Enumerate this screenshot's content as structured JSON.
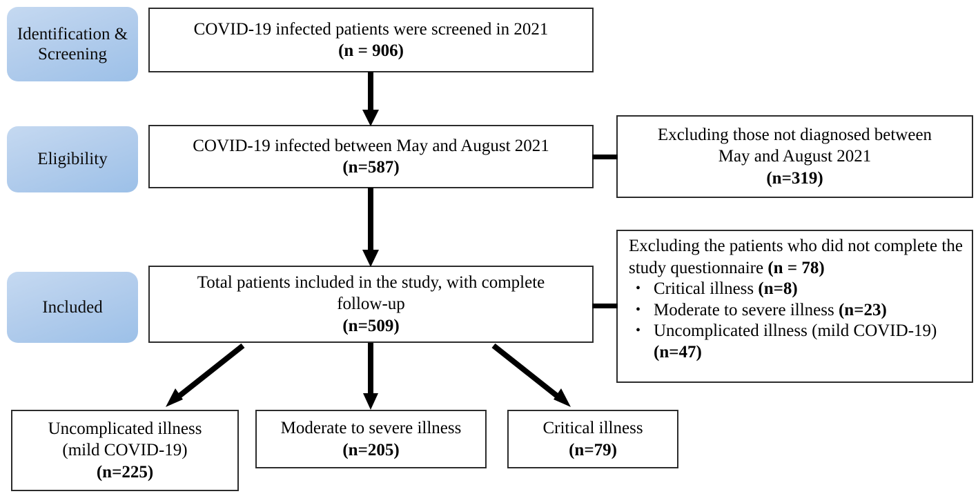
{
  "diagram": {
    "title": "COVID-19 patient screening and inclusion flow diagram",
    "accent_blue": "#b3cdec",
    "line_color": "#000000",
    "box_border_color": "#2b2b2b"
  },
  "stages": [
    {
      "id": "identification",
      "label_lines": [
        "Identification",
        "&",
        "Screening"
      ]
    },
    {
      "id": "eligibility",
      "label_lines": [
        "Eligibility"
      ]
    },
    {
      "id": "included",
      "label_lines": [
        "Included"
      ]
    }
  ],
  "main_boxes": [
    {
      "id": "screened",
      "line1": "COVID-19 infected patients were screened in 2021",
      "line2": "(n = 906)"
    },
    {
      "id": "eligible",
      "line1": "COVID-19 infected between May and August 2021",
      "line2": "(n=587)"
    },
    {
      "id": "included-total",
      "line1": "Total patients included in the study, with complete",
      "line2": "follow-up",
      "line3": "(n=509)"
    }
  ],
  "exclusion_boxes": [
    {
      "id": "excluded-dates",
      "line1": "Excluding those not diagnosed between",
      "line2": "May and August 2021",
      "line3": "(n=319)"
    },
    {
      "id": "excluded-questionnaire",
      "intro_plain": "Excluding the patients who did not complete the study questionnaire ",
      "intro_bold": "(n = 78)",
      "bullet_marker": "•",
      "items": [
        {
          "text": "Critical illness ",
          "count": "(n=8)"
        },
        {
          "text": "Moderate to severe illness ",
          "count": "(n=23)"
        },
        {
          "text": "Uncomplicated illness (mild COVID-19) ",
          "count": "(n=47)"
        }
      ]
    }
  ],
  "outcome_boxes": [
    {
      "id": "uncomplicated",
      "line1": "Uncomplicated illness",
      "line2": "(mild COVID-19)",
      "line3": "(n=225)"
    },
    {
      "id": "moderate-severe",
      "line1": "Moderate to severe illness",
      "line2": "(n=205)"
    },
    {
      "id": "critical",
      "line1": "Critical illness",
      "line2": "(n=79)"
    }
  ],
  "connectors": [
    {
      "id": "screened-to-eligible",
      "type": "arrow-down"
    },
    {
      "id": "eligible-to-included",
      "type": "arrow-down"
    },
    {
      "id": "eligible-to-exclusion",
      "type": "line-right"
    },
    {
      "id": "included-to-exclusion",
      "type": "line-right"
    },
    {
      "id": "included-to-uncomplicated",
      "type": "arrow-diagonal-left"
    },
    {
      "id": "included-to-moderate",
      "type": "arrow-down"
    },
    {
      "id": "included-to-critical",
      "type": "arrow-diagonal-right"
    }
  ]
}
